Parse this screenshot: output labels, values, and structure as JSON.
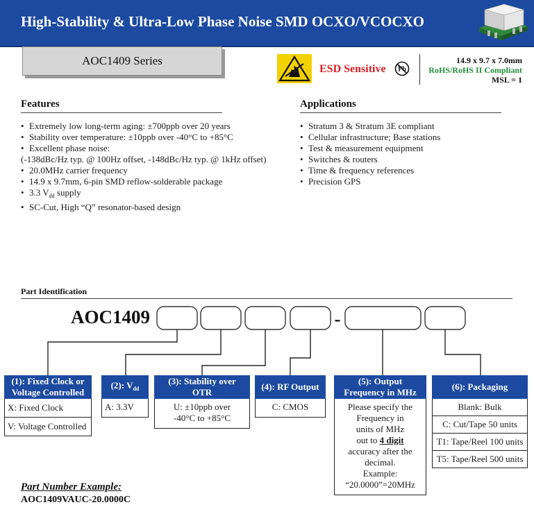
{
  "header": {
    "title": "High-Stability & Ultra-Low Phase Noise SMD OCXO/VCOCXO",
    "background_color": "#1c4aa0"
  },
  "series": {
    "label": "AOC1409 Series"
  },
  "compliance": {
    "esd_label": "ESD Sensitive",
    "esd_color": "#d81f26",
    "pb_symbol": "Pb",
    "dimensions": "14.9 x 9.7 x 7.0mm",
    "rohs": "RoHS/RoHS II Compliant",
    "rohs_color": "#1f8d3a",
    "msl": "MSL = 1"
  },
  "features": {
    "title": "Features",
    "items": [
      "Extremely low long-term aging: ±700ppb over 20 years",
      "Stability over temperature: ±10ppb over -40°C to +85°C",
      "Excellent phase noise:",
      "(-138dBc/Hz typ. @ 100Hz offset, -148dBc/Hz typ. @ 1kHz offset)",
      "20.0MHz carrier frequency",
      "14.9 x 9.7mm, 6-pin SMD reflow-solderable package",
      {
        "pre": "3.3 V",
        "sub": "dd",
        "post": " supply"
      },
      "SC-Cut, High “Q” resonator-based design"
    ]
  },
  "applications": {
    "title": "Applications",
    "items": [
      "Stratum 3 & Stratum 3E compliant",
      "Cellular infrastructure; Base stations",
      "Test & measurement equipment",
      "Switches & routers",
      "Time & frequency references",
      "Precision GPS"
    ]
  },
  "part_identification": {
    "title": "Part Identification",
    "prefix": "AOC1409",
    "dash": "-",
    "groups": [
      {
        "header": [
          "(1): Fixed Clock or",
          "Voltage Controlled"
        ],
        "options": [
          "X: Fixed Clock",
          "V: Voltage Controlled"
        ]
      },
      {
        "header": {
          "pre": "(2): V",
          "sub": "dd"
        },
        "options": [
          "A: 3.3V"
        ]
      },
      {
        "header": [
          "(3): Stability over",
          "OTR"
        ],
        "options": [
          "U: ±10ppb over",
          "-40°C to +85°C"
        ]
      },
      {
        "header": [
          "(4): RF Output"
        ],
        "options": [
          "C: CMOS"
        ]
      },
      {
        "header": [
          "(5): Output",
          "Frequency in MHz"
        ],
        "options": [
          "Please specify the",
          "Frequency in",
          "units of MHz",
          {
            "pre": "out to ",
            "strong": "4 digit"
          },
          "accuracy after the",
          "decimal.",
          "Example:",
          "“20.0000”=20MHz"
        ]
      },
      {
        "header": [
          "(6): Packaging"
        ],
        "options": [
          "Blank: Bulk",
          "C: Cut/Tape 50 units",
          "T1: Tape/Reel 100 units",
          "T5: Tape/Reel 500 units"
        ]
      }
    ]
  },
  "example": {
    "title": "Part Number Example:",
    "value": "AOC1409VAUC-20.0000C"
  }
}
